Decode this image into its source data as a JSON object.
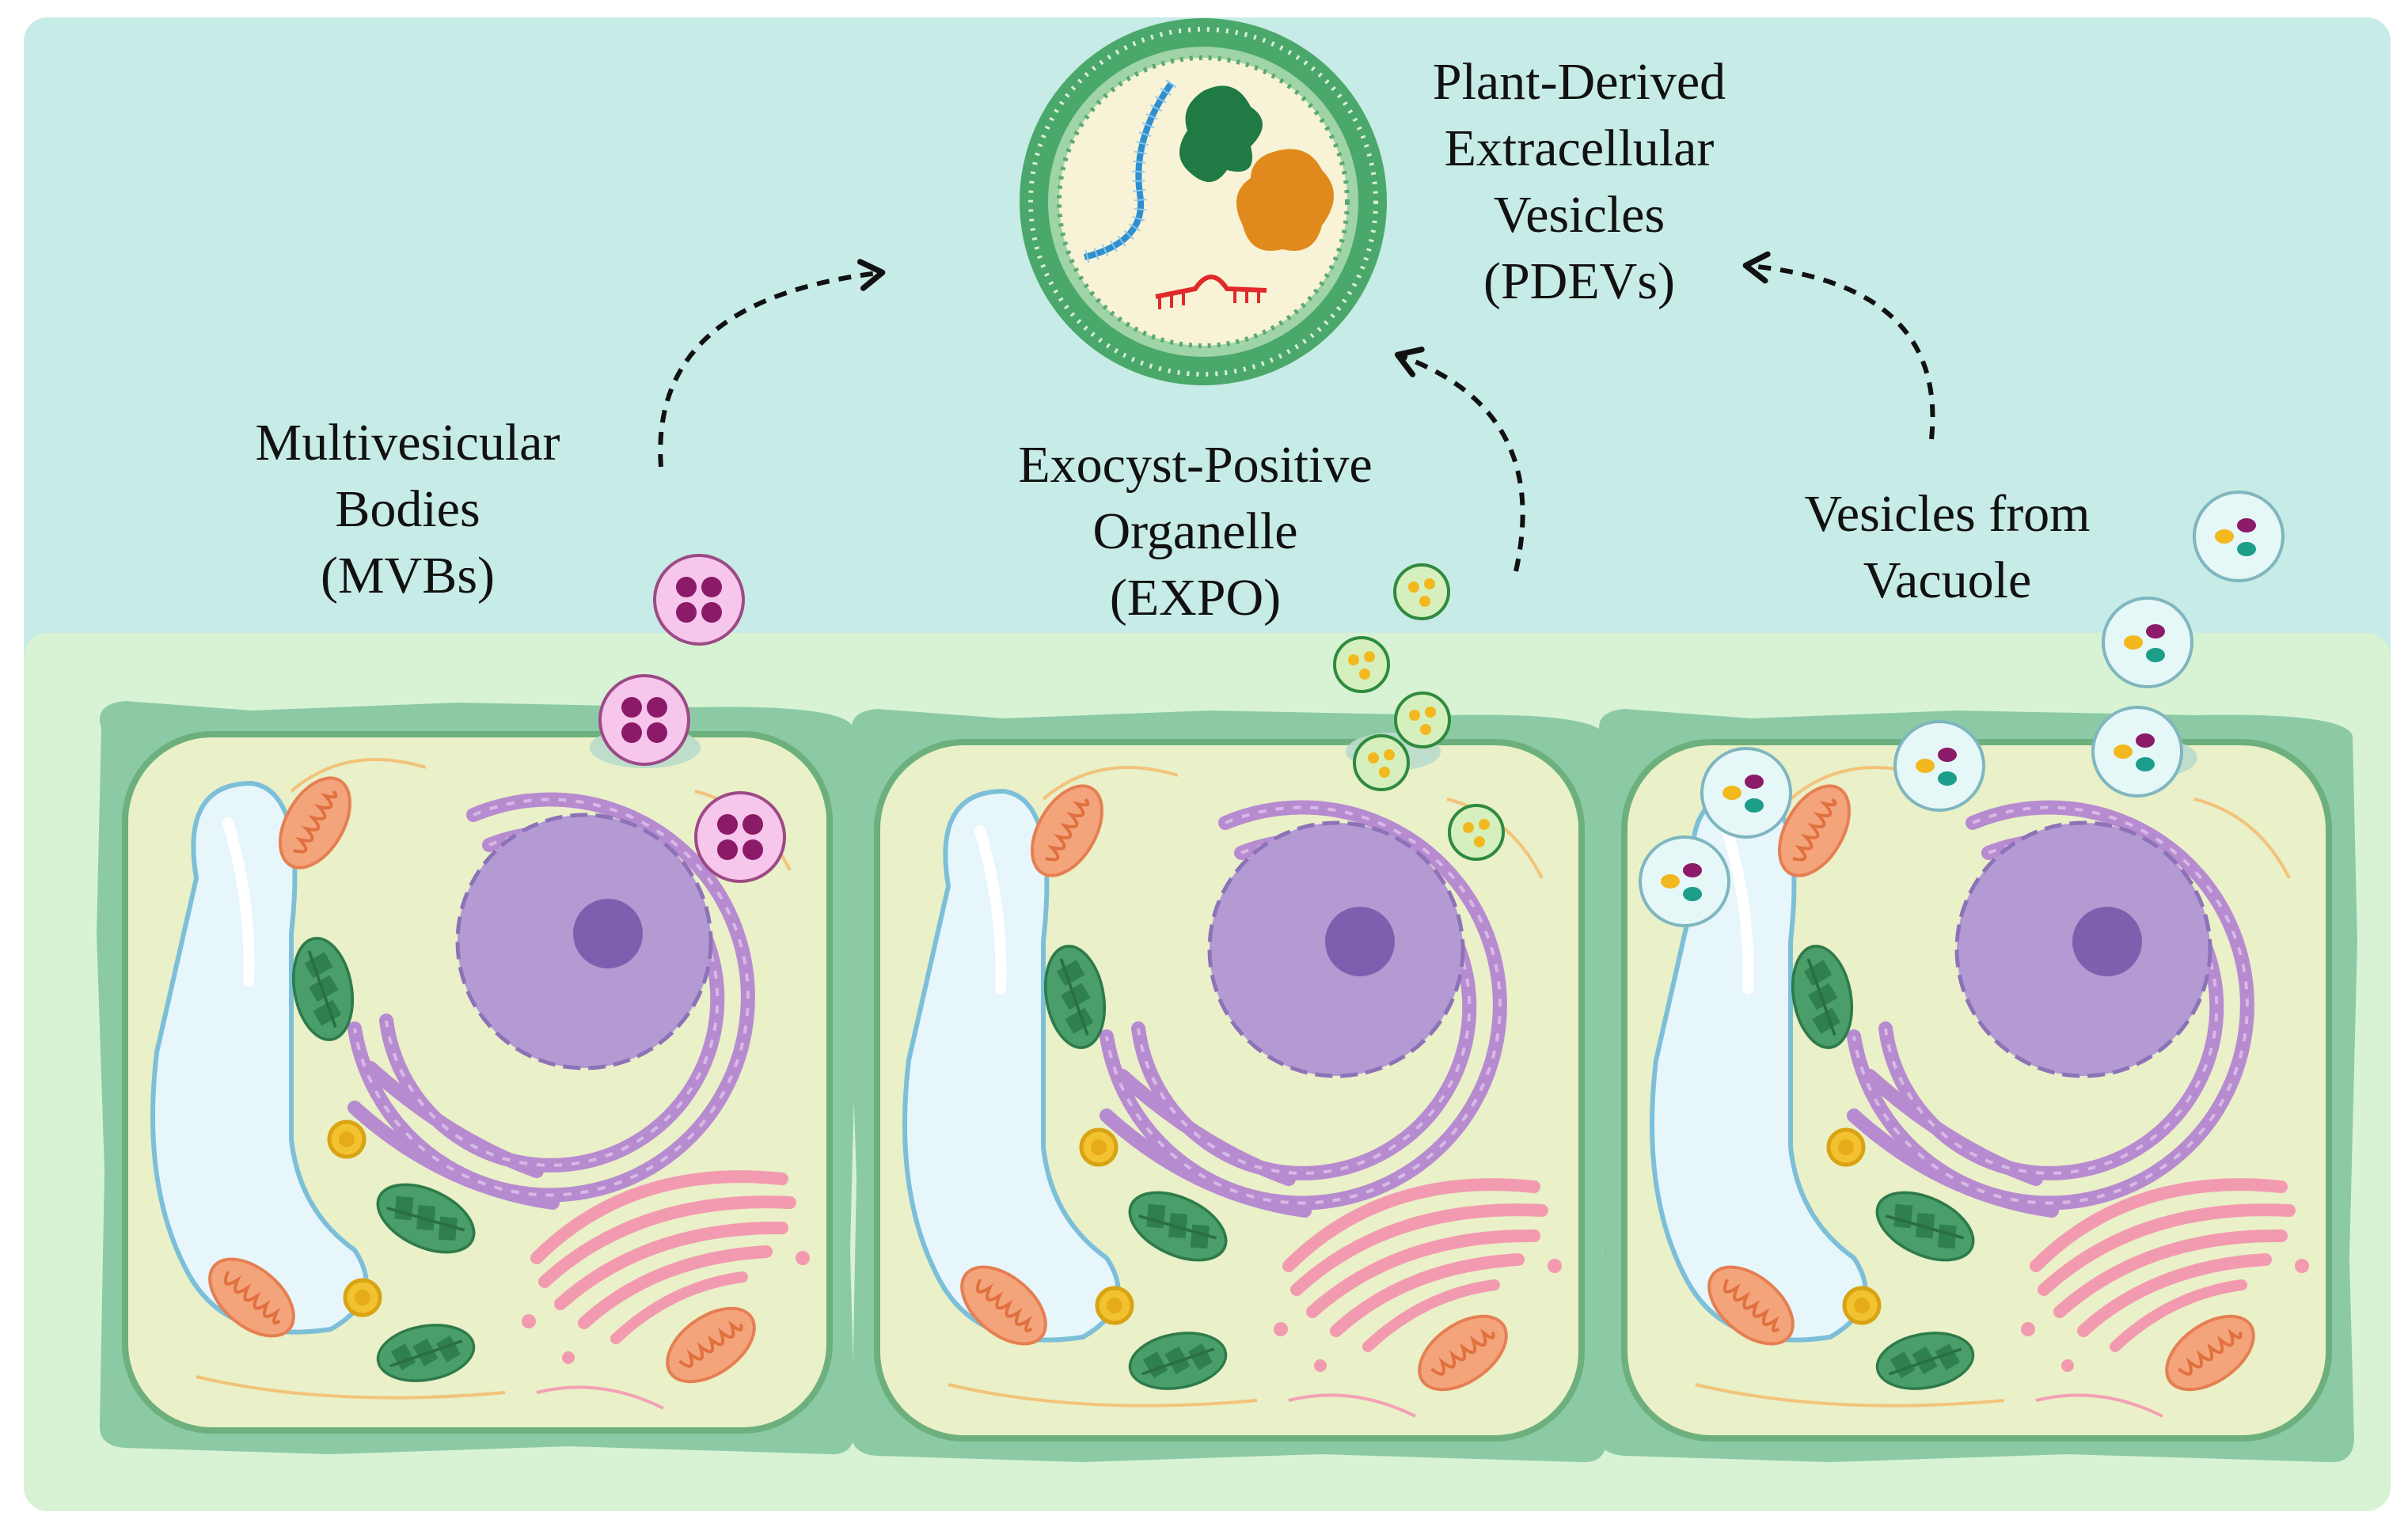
{
  "labels": {
    "pdev": [
      "Plant-Derived",
      "Extracellular",
      "Vesicles",
      "(PDEVs)"
    ],
    "mvb": [
      "Multivesicular",
      "Bodies",
      "(MVBs)"
    ],
    "expo": [
      "Exocyst-Positive",
      "Organelle",
      "(EXPO)"
    ],
    "vacuole": [
      "Vesicles from",
      "Vacuole"
    ]
  },
  "colors": {
    "extracellular": "#c7ebe6",
    "tissue": "#d8f3d4",
    "cell_wall": "#8ccaa6",
    "cytoplasm": "#eaf0c8",
    "vacuole": "#e6f6fb",
    "nucleus": "#b39ad2",
    "nucleolus": "#7e5fae",
    "er": "#b78bd0",
    "mitochondria": "#f4a47a",
    "chloroplast": "#3f9a62",
    "golgi": "#f29bb0",
    "mvb_vesicle": "#f6c6ec",
    "mvb_cargo": "#8b1a68",
    "expo_vesicle": "#d6f0bd",
    "expo_cargo": "#f2b81e",
    "vacuole_vesicle": "#e6f7f7",
    "vacuole_cargo_a": "#f2b81e",
    "vacuole_cargo_b": "#8b1a68",
    "vacuole_cargo_c": "#1b9e8a",
    "pdev_membrane": "#4aa86a",
    "arrow": "#111111"
  }
}
